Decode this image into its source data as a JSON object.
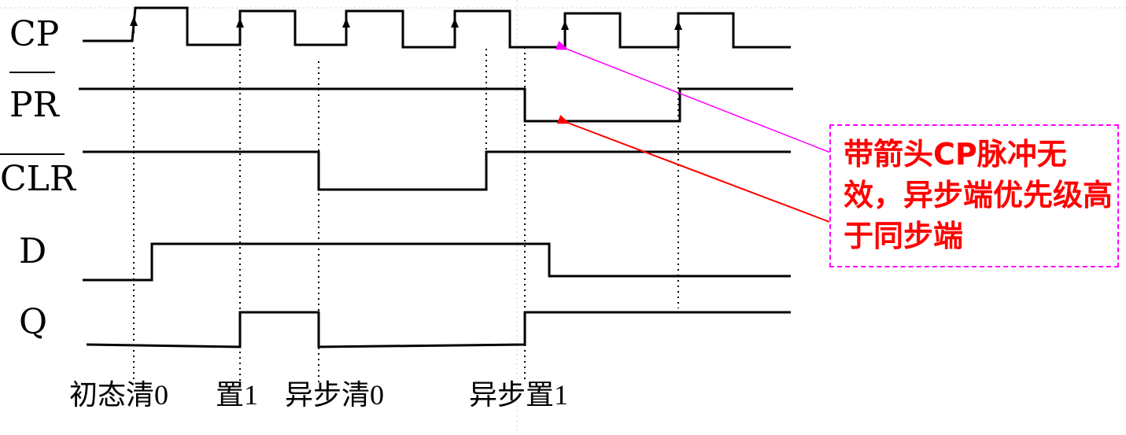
{
  "signals": {
    "cp": "CP",
    "pr": "PR",
    "clr": "CLR",
    "d": "D",
    "q": "Q"
  },
  "annotations": {
    "initial_clear": "初态清0",
    "set_1": "置1",
    "async_clear": "异步清0",
    "async_set": "异步置1"
  },
  "note": {
    "text": "带箭头CP脉冲无效，异步端优先级高于同步端"
  },
  "colors": {
    "waveform": "#000000",
    "cp_arrow": "#ff00ff",
    "pr_arrow": "#ff0000",
    "note_text": "#ff0000",
    "note_border": "#ff00ff"
  }
}
